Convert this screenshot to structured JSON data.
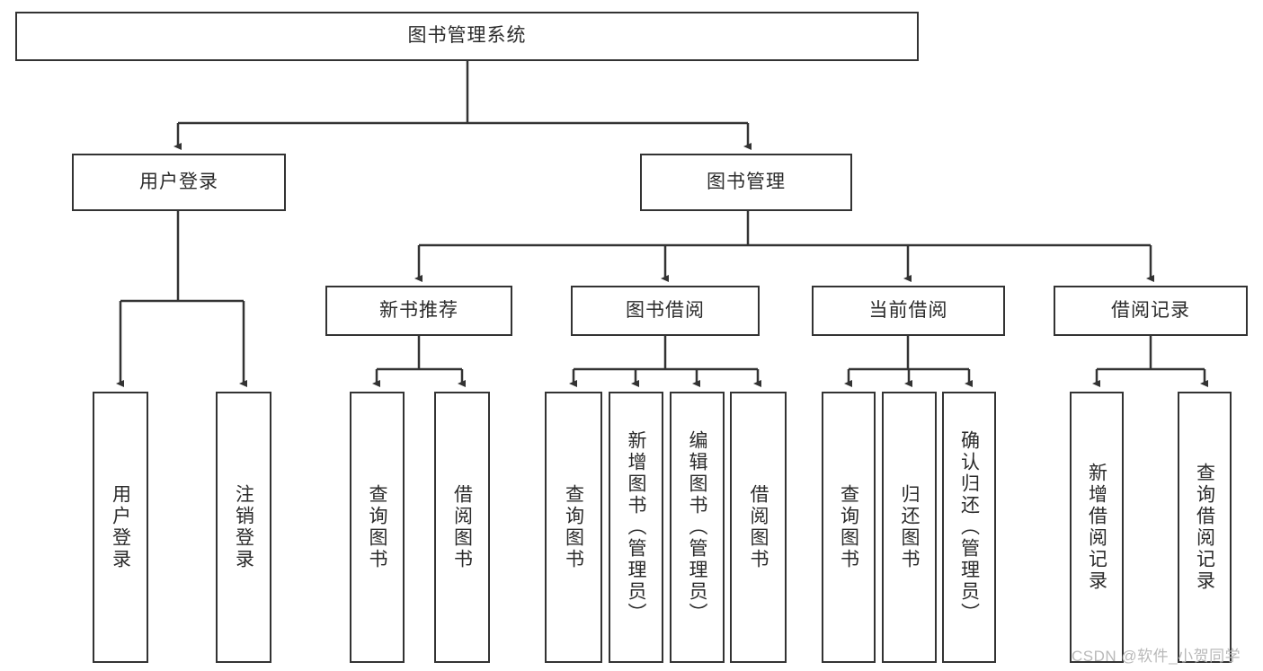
{
  "diagram": {
    "title_node": {
      "label": "图书管理系统"
    },
    "level2": [
      {
        "id": "user-login",
        "label": "用户登录"
      },
      {
        "id": "book-manage",
        "label": "图书管理"
      }
    ],
    "level3": [
      {
        "id": "new-book-recommend",
        "label": "新书推荐"
      },
      {
        "id": "book-borrow",
        "label": "图书借阅"
      },
      {
        "id": "current-borrow",
        "label": "当前借阅"
      },
      {
        "id": "borrow-record",
        "label": "借阅记录"
      }
    ],
    "leaves": {
      "user_login": [
        {
          "id": "leaf-user-login",
          "label": "用户登录"
        },
        {
          "id": "leaf-logout-login",
          "label": "注销登录"
        }
      ],
      "new_book_recommend": [
        {
          "id": "leaf-query-book-1",
          "label": "查询图书"
        },
        {
          "id": "leaf-borrow-book-1",
          "label": "借阅图书"
        }
      ],
      "book_borrow": [
        {
          "id": "leaf-query-book-2",
          "label": "查询图书"
        },
        {
          "id": "leaf-add-book",
          "label": "新增图书（管理员）"
        },
        {
          "id": "leaf-edit-book",
          "label": "编辑图书（管理员）"
        },
        {
          "id": "leaf-borrow-book-2",
          "label": "借阅图书"
        }
      ],
      "current_borrow": [
        {
          "id": "leaf-query-book-3",
          "label": "查询图书"
        },
        {
          "id": "leaf-return-book",
          "label": "归还图书"
        },
        {
          "id": "leaf-confirm-return",
          "label": "确认归还（管理员）"
        }
      ],
      "borrow_record": [
        {
          "id": "leaf-add-borrow-record",
          "label": "新增借阅记录"
        },
        {
          "id": "leaf-query-borrow-record",
          "label": "查询借阅记录"
        }
      ]
    }
  },
  "watermark": {
    "text": "CSDN @软件_小贺同学"
  },
  "colors": {
    "stroke": "#333333",
    "text": "#2b2b2b",
    "background": "#ffffff",
    "watermark": "#b9b9b9"
  }
}
